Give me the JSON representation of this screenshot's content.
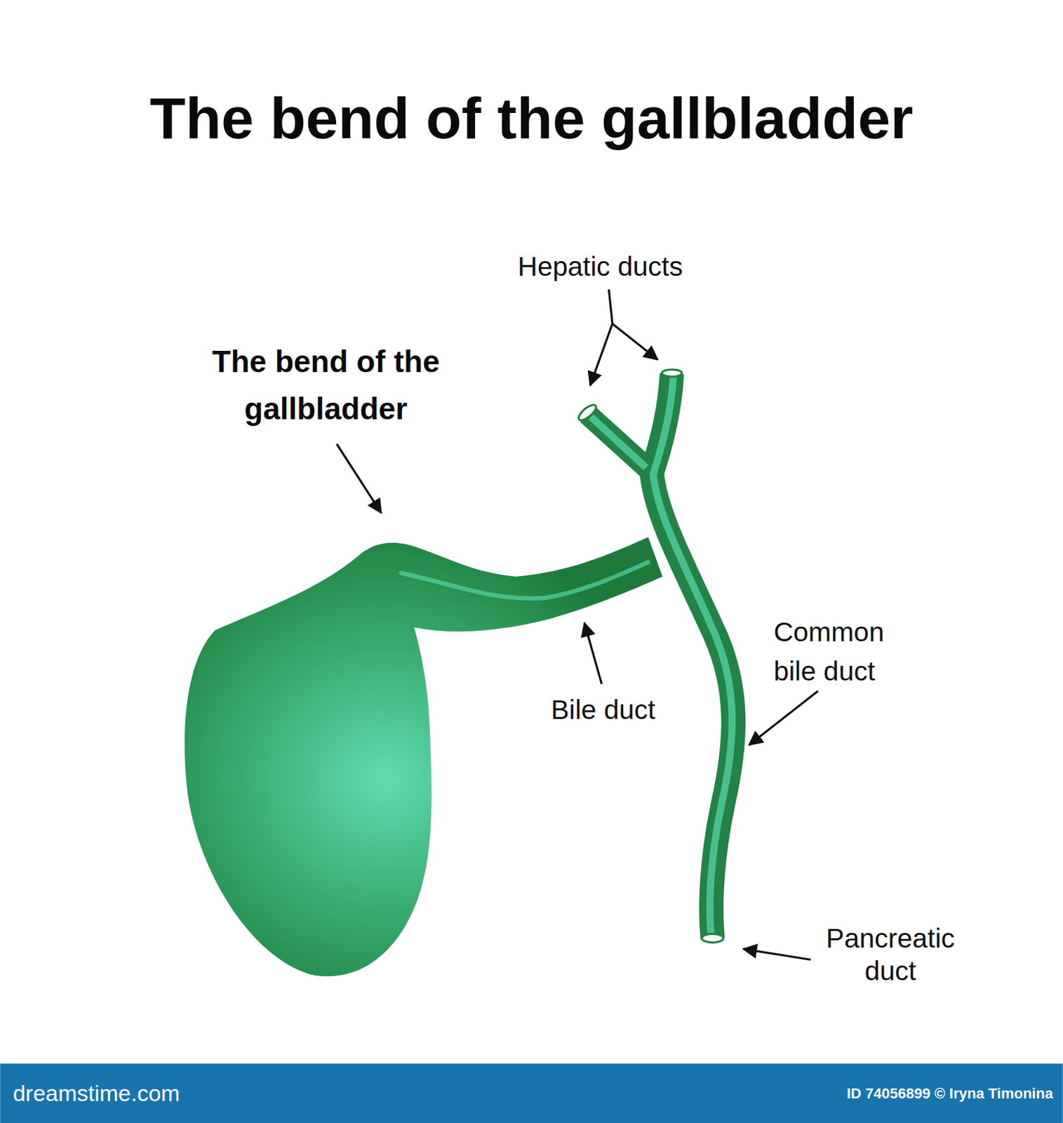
{
  "diagram": {
    "title": "The bend of the gallbladder",
    "labels": [
      "Hepatic ducts",
      "The bend of the gallbladder",
      "Bile duct",
      "Common bile duct",
      "Pancreatic duct",
      "dreamstime.com",
      "ID 74056899 © Iryna Timonina"
    ]
  }
}
